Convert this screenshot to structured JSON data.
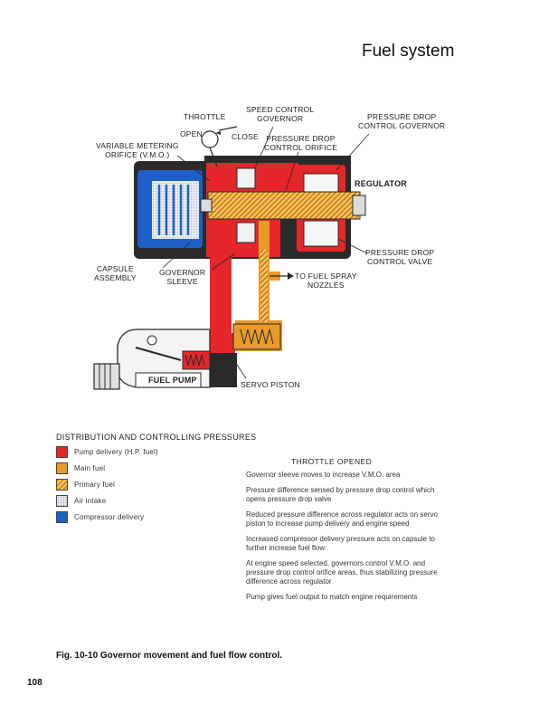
{
  "header": {
    "title": "Fuel system"
  },
  "diagram": {
    "labels": {
      "throttle": "THROTTLE",
      "speed_control_governor": [
        "SPEED CONTROL",
        "GOVERNOR"
      ],
      "pressure_drop_control_governor": [
        "PRESSURE DROP",
        "CONTROL GOVERNOR"
      ],
      "open": "OPEN",
      "close": "CLOSE",
      "variable_metering_orifice": [
        "VARIABLE METERING",
        "ORIFICE (V.M.O.)"
      ],
      "pressure_drop_control_orifice": [
        "PRESSURE DROP",
        "CONTROL ORIFICE"
      ],
      "regulator": "REGULATOR",
      "pressure_drop_control_valve": [
        "PRESSURE DROP",
        "CONTROL VALVE"
      ],
      "capsule_assembly": [
        "CAPSULE",
        "ASSEMBLY"
      ],
      "governor_sleeve": [
        "GOVERNOR",
        "SLEEVE"
      ],
      "to_fuel_spray_nozzles": [
        "TO FUEL SPRAY",
        "NOZZLES"
      ],
      "fuel_pump": "FUEL PUMP",
      "servo_piston": "SERVO PISTON"
    },
    "colors": {
      "pump_delivery": "#e5262b",
      "main_fuel": "#e89a2a",
      "compressor_delivery": "#1f5fc8",
      "air_intake": "#dfe3e8",
      "body": "#2a2a2a"
    }
  },
  "legend": {
    "title": "DISTRIBUTION AND CONTROLLING PRESSURES",
    "items": [
      {
        "label": "Pump delivery (H.P. fuel)",
        "swatch": "pump-delivery",
        "color": "#e5262b"
      },
      {
        "label": "Main fuel",
        "swatch": "main-fuel",
        "color": "#e89a2a"
      },
      {
        "label": "Primary fuel",
        "swatch": "primary-fuel-hatched",
        "color": "#d88a14"
      },
      {
        "label": "Air intake",
        "swatch": "air-intake-stippled",
        "color": "#e6eaee"
      },
      {
        "label": "Compressor delivery",
        "swatch": "compressor-delivery",
        "color": "#1f5fc8"
      }
    ]
  },
  "throttle_sequence": {
    "title": "THROTTLE OPENED",
    "steps": [
      "Governor sleeve moves to increase V.M.O. area",
      "Pressure difference sensed by pressure drop control which opens pressure drop valve",
      "Reduced pressure difference across regulator acts on servo piston to increase pump delivery and engine speed",
      "Increased compressor delivery pressure acts on capsule to further increase fuel flow",
      "At engine speed selected, governors control V.M.O. and pressure drop control orifice areas, thus stabilizing pressure difference across regulator",
      "Pump gives fuel output to match engine requirements"
    ]
  },
  "caption": "Fig. 10-10 Governor movement and fuel flow control.",
  "page_number": "108"
}
